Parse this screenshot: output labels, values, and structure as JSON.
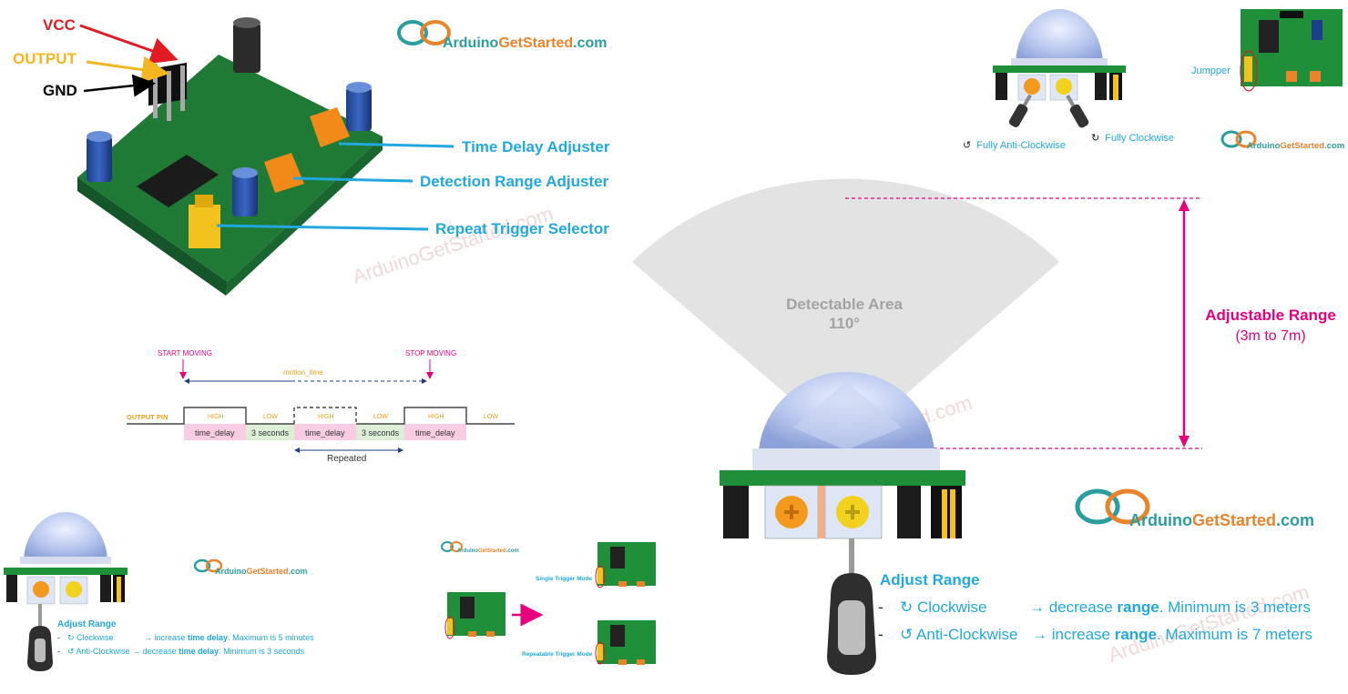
{
  "brand": {
    "part1": "Arduino",
    "part2": "GetStarted",
    "part3": ".com"
  },
  "pins": {
    "vcc": "VCC",
    "output": "OUTPUT",
    "gnd": "GND"
  },
  "module_labels": {
    "time_delay": "Time Delay Adjuster",
    "detection_range": "Detection Range Adjuster",
    "repeat_trigger": "Repeat Trigger Selector"
  },
  "timing": {
    "start": "START MOVING",
    "stop": "STOP MOVING",
    "motion_time": "motion_time",
    "output_pin": "OUTPUT PIN",
    "high": "HIGH",
    "low": "LOW",
    "time_delay": "time_delay",
    "three_seconds": "3 seconds",
    "repeated": "Repeated"
  },
  "top_right": {
    "jumpper": "Jumpper",
    "fully_anti": "Fully Anti-Clockwise",
    "fully_clock": "Fully Clockwise",
    "cw_symbol": "↻",
    "acw_symbol": "↺"
  },
  "detect": {
    "area_title": "Detectable Area",
    "angle": "110°",
    "range_title": "Adjustable Range",
    "range_value": "(3m to 7m)"
  },
  "adjust_range": {
    "title": "Adjust Range",
    "dash": "-",
    "cw": "↻ Clockwise",
    "cw_arrow": "→ decrease",
    "cw_bold": "range",
    "cw_rest": ". Minimum  is 3 meters",
    "acw": "↺ Anti-Clockwise",
    "acw_arrow": "→ increase",
    "acw_bold": "range",
    "acw_rest": ". Maximum is 7 meters"
  },
  "trigger": {
    "single": "Single Trigger Mode",
    "repeatable": "Repeatable Trigger Mode"
  },
  "adjust_delay": {
    "title": "Adjust Range",
    "cw": "↻ Clockwise",
    "cw_rest": "→ increase",
    "cw_bold": "time delay",
    "cw_tail": ". Maximum  is 5 minutes",
    "acw": "↺ Anti-Clockwise → decrease",
    "acw_bold": "time delay",
    "acw_tail": ". Minimum  is 3 seconds"
  },
  "watermark": "ArduinoGetStarted.com",
  "colors": {
    "cyan": "#21a8de",
    "magenta": "#e6007e",
    "red": "#e11b22",
    "yellow": "#f3b61f",
    "pcb": "#1f8f3a",
    "dome": "#b9c8ee",
    "orange": "#f39a1e",
    "brand_teal": "#2a9d9f",
    "brand_orange": "#e9842c"
  }
}
